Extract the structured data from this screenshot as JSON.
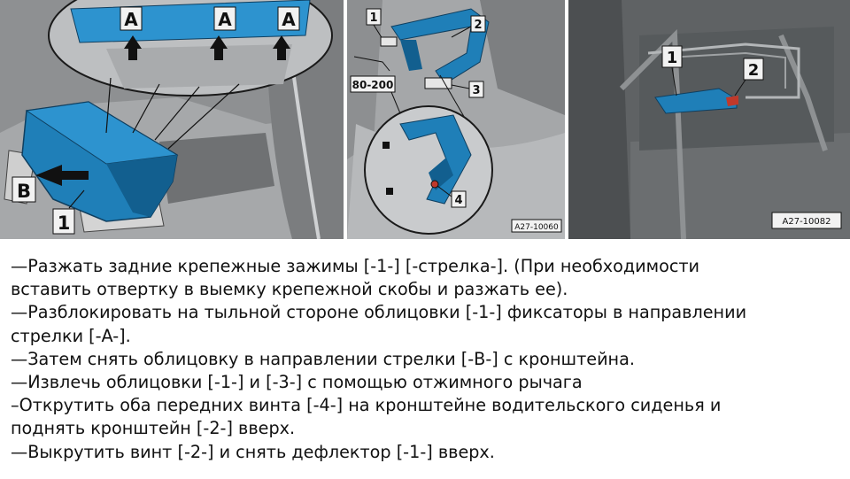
{
  "figures": {
    "left": {
      "arrow_label_a": "A",
      "label_b": "B",
      "callout_1": "1"
    },
    "middle": {
      "callout_1": "1",
      "callout_2": "2",
      "callout_3": "3",
      "callout_4": "4",
      "torque": "80-200",
      "ref_code": "A27-10060"
    },
    "right": {
      "callout_1": "1",
      "callout_2": "2",
      "ref_code": "A27-10082"
    }
  },
  "instructions": [
    "—Разжать задние крепежные зажимы [-1-] [-стрелка-]. (При необходимости",
    "вставить отвертку в выемку крепежной скобы и разжать ее).",
    "—Разблокировать на тыльной стороне облицовки [-1-] фиксаторы в направлении",
    "стрелки [-A-].",
    "—Затем снять облицовку в направлении стрелки [-B-] с кронштейна.",
    "—Извлечь облицовки [-1-] и [-3-] с помощью отжимного рычага",
    "–Открутить оба передних винта [-4-] на кронштейне водительского сиденья и",
    "поднять кронштейн [-2-] вверх.",
    "—Выкрутить винт [-2-] и снять дефлектор [-1-] вверх."
  ],
  "colors": {
    "part_blue": "#1f7fb8",
    "part_blue_dark": "#125f8f",
    "text": "#111111"
  }
}
